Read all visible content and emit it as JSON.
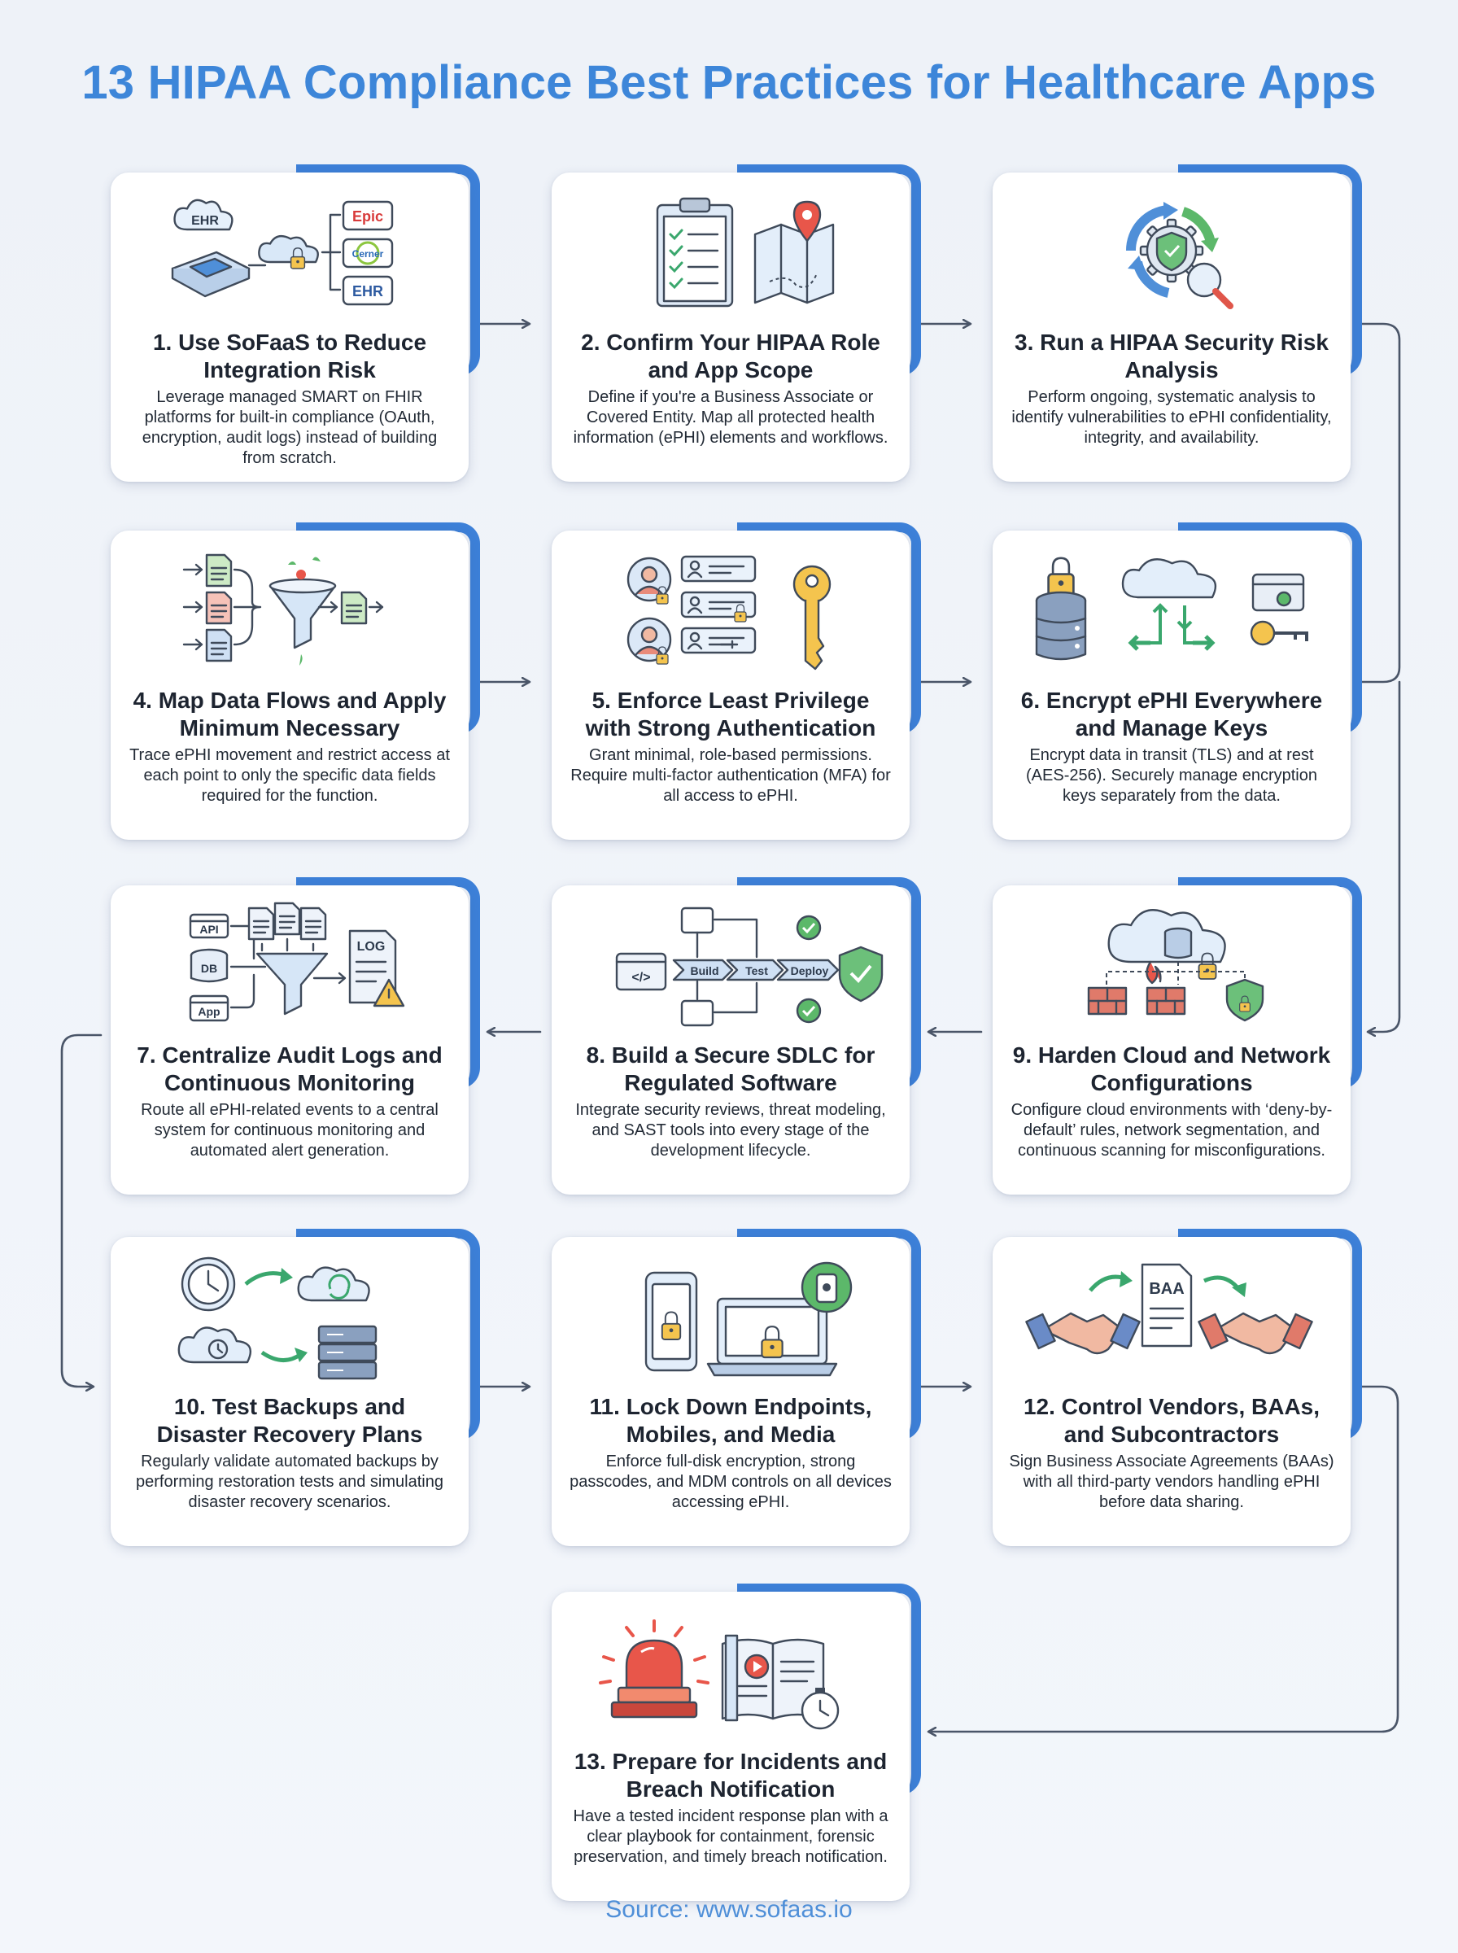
{
  "title": "13 HIPAA Compliance Best Practices for Healthcare Apps",
  "source": "Source: www.sofaas.io",
  "colors": {
    "accent": "#3d80d8",
    "title": "#3d86d9",
    "connector": "#4a5568"
  },
  "cards": [
    {
      "title": "1. Use SoFaaS to Reduce Integration Risk",
      "description": "Leverage managed SMART on FHIR platforms for built-in compliance (OAuth, encryption, audit logs) instead of building from scratch.",
      "icon": "ehr-integration-icon",
      "labels": [
        "EHR",
        "Epic",
        "Cerner",
        "EHR"
      ]
    },
    {
      "title": "2. Confirm Your HIPAA Role and App Scope",
      "description": "Define if you're a Business Associate or Covered Entity. Map all protected health information (ePHI) elements and workflows.",
      "icon": "checklist-map-icon"
    },
    {
      "title": "3. Run a HIPAA Security Risk Analysis",
      "description": "Perform ongoing, systematic analysis to identify vulnerabilities to ePHI confidentiality, integrity, and availability.",
      "icon": "risk-analysis-icon"
    },
    {
      "title": "4. Map Data Flows and Apply Minimum Necessary",
      "description": "Trace ePHI movement and restrict access at each point to only the specific data fields required for the function.",
      "icon": "data-funnel-icon"
    },
    {
      "title": "5. Enforce Least Privilege with Strong Authentication",
      "description": "Grant minimal, role-based permissions. Require multi-factor authentication (MFA) for all access to ePHI.",
      "icon": "access-key-icon"
    },
    {
      "title": "6. Encrypt ePHI Everywhere and Manage Keys",
      "description": "Encrypt data in transit (TLS) and at rest (AES-256). Securely manage encryption keys separately from the data.",
      "icon": "encryption-icon"
    },
    {
      "title": "7. Centralize Audit Logs and Continuous Monitoring",
      "description": "Route all ePHI-related events to a central system for continuous monitoring and automated alert generation.",
      "icon": "audit-log-icon",
      "labels": [
        "API",
        "DB",
        "App",
        "LOG"
      ]
    },
    {
      "title": "8. Build a Secure SDLC for Regulated Software",
      "description": "Integrate security reviews, threat modeling, and SAST tools into every stage of the development lifecycle.",
      "icon": "sdlc-pipeline-icon",
      "labels": [
        "Build",
        "Test",
        "Deploy"
      ]
    },
    {
      "title": "9. Harden Cloud and Network Configurations",
      "description": "Configure cloud environments with ‘deny-by-default’ rules, network segmentation, and continuous scanning for misconfigurations.",
      "icon": "cloud-firewall-icon"
    },
    {
      "title": "10. Test Backups and Disaster Recovery Plans",
      "description": "Regularly validate automated backups by performing restoration tests and simulating disaster recovery scenarios.",
      "icon": "backup-recovery-icon"
    },
    {
      "title": "11. Lock Down Endpoints, Mobiles, and Media",
      "description": "Enforce full-disk encryption, strong passcodes, and MDM controls on all devices accessing ePHI.",
      "icon": "endpoint-lock-icon"
    },
    {
      "title": "12. Control Vendors, BAAs, and Subcontractors",
      "description": "Sign Business Associate Agreements (BAAs) with all third-party vendors handling ePHI before data sharing.",
      "icon": "vendor-baa-icon",
      "labels": [
        "BAA"
      ]
    },
    {
      "title": "13. Prepare for Incidents and Breach Notification",
      "description": "Have a tested incident response plan with a clear playbook for containment, forensic preservation, and timely breach notification.",
      "icon": "incident-response-icon"
    }
  ]
}
